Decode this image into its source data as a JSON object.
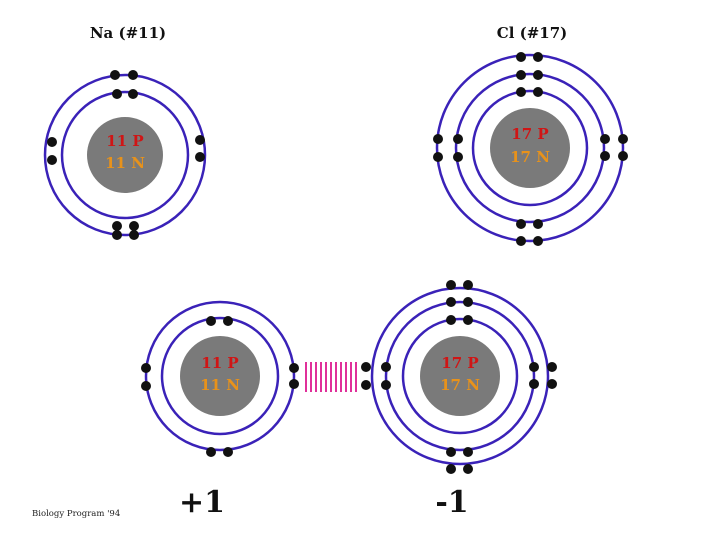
{
  "colors": {
    "shell": "#3a22b8",
    "nucleus": "#7a7a7a",
    "electron": "#111111",
    "proton_text": "#d01515",
    "neutron_text": "#e8921a",
    "bond": "#e0309a"
  },
  "atoms": {
    "na": {
      "title": "Na (#11)",
      "protons": "11 P",
      "neutrons": "11 N"
    },
    "cl": {
      "title": "Cl (#17)",
      "protons": "17 P",
      "neutrons": "17 N"
    },
    "na_ion": {
      "protons": "11 P",
      "neutrons": "11 N",
      "charge": "+1"
    },
    "cl_ion": {
      "protons": "17 P",
      "neutrons": "17 N",
      "charge": "-1"
    }
  },
  "credit": "Biology Program '94"
}
